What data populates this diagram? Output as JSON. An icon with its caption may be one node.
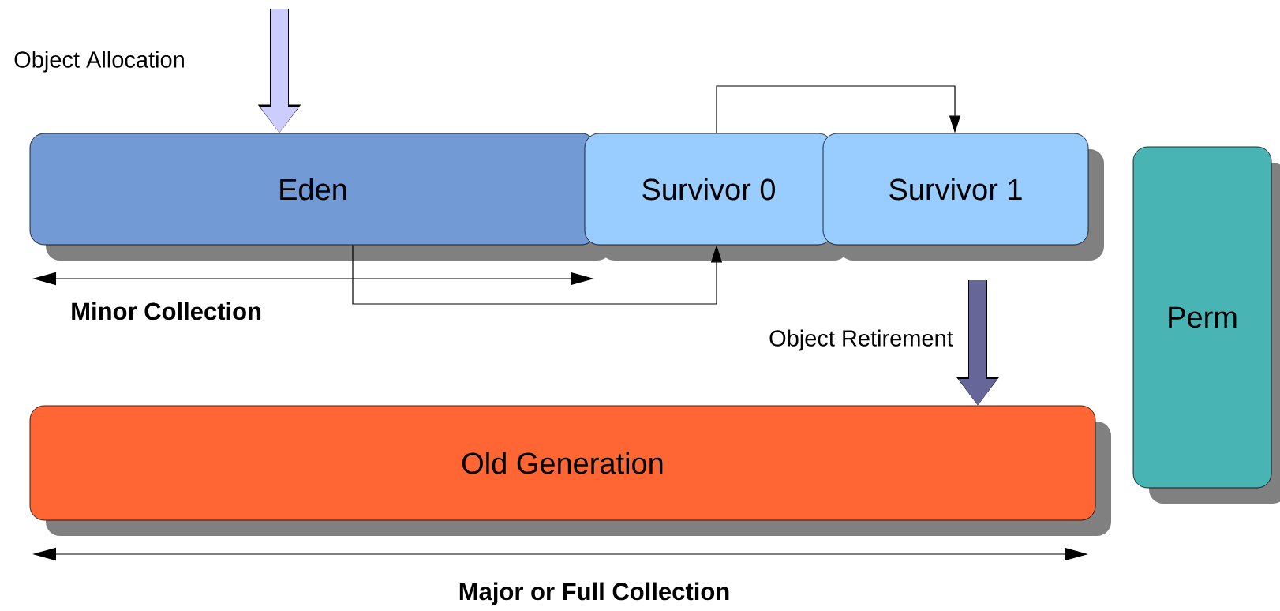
{
  "diagram": {
    "nodes": [
      {
        "text": [
          "Eden"
        ]
      },
      {
        "text": [
          "Survivor 0"
        ]
      },
      {
        "text": [
          "Survivor 1"
        ]
      },
      {
        "text": [
          "Old Generation"
        ]
      },
      {
        "text": [
          "Perm"
        ]
      }
    ],
    "edges": [
      {
        "from": null,
        "to": 0,
        "arrow": "to",
        "label": "Object Allocation",
        "style": "thick",
        "color": "#ccccff"
      },
      {
        "from": 0,
        "to": 1,
        "arrow": "to"
      },
      {
        "from": 1,
        "to": 2,
        "arrow": "to"
      },
      {
        "from": null,
        "to": 3,
        "arrow": "to",
        "label": "Object Retirement",
        "style": "thick",
        "color": "#666699"
      }
    ],
    "labels": [
      "Minor Collection",
      "Major or Full Collection"
    ]
  }
}
